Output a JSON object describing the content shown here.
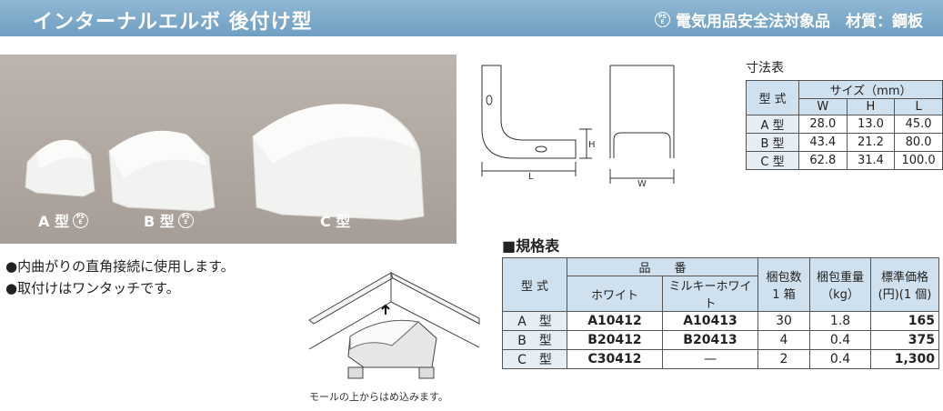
{
  "header": {
    "title": "インターナルエルボ 後付け型",
    "pse_mark": "PS E",
    "right_text": "電気用品安全法対象品　材質：鋼板"
  },
  "photo": {
    "labels": [
      "A 型",
      "B 型",
      "C 型"
    ]
  },
  "bullets": [
    "●内曲がりの直角接続に使用します。",
    "●取付けはワンタッチです。"
  ],
  "caption": "モールの上からはめ込みます。",
  "drawing_labels": {
    "L": "L",
    "H": "H",
    "W": "W"
  },
  "dimension_table": {
    "title": "寸法表",
    "model_header": "型 式",
    "size_header": "サイズ（mm）",
    "cols": [
      "W",
      "H",
      "L"
    ],
    "rows": [
      {
        "model": "A 型",
        "W": "28.0",
        "H": "13.0",
        "L": "45.0"
      },
      {
        "model": "B 型",
        "W": "43.4",
        "H": "21.2",
        "L": "80.0"
      },
      {
        "model": "C 型",
        "W": "62.8",
        "H": "31.4",
        "L": "100.0"
      }
    ]
  },
  "spec_table": {
    "title": "■規格表",
    "model_header": "型 式",
    "part_header": "品　　番",
    "white": "ホワイト",
    "milky": "ミルキーホワイト",
    "qty_header1": "梱包数",
    "qty_header2": "1 箱",
    "weight_header1": "梱包重量",
    "weight_header2": "（kg）",
    "price_header1": "標準価格",
    "price_header2": "(円)(1 個)",
    "rows": [
      {
        "model": "A　型",
        "white": "A10412",
        "milky": "A10413",
        "qty": "30",
        "weight": "1.8",
        "price": "165"
      },
      {
        "model": "B　型",
        "white": "B20412",
        "milky": "B20413",
        "qty": "4",
        "weight": "0.4",
        "price": "375"
      },
      {
        "model": "C　型",
        "white": "C30412",
        "milky": "—",
        "qty": "2",
        "weight": "0.4",
        "price": "1,300"
      }
    ]
  }
}
